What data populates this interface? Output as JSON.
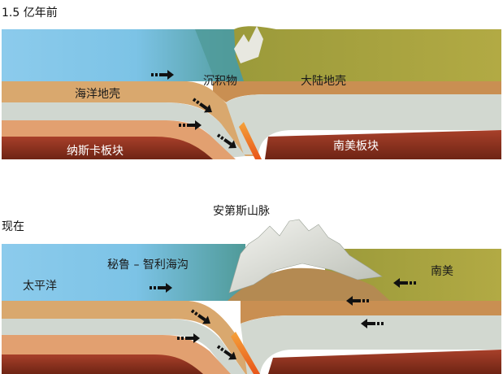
{
  "panels": {
    "past": {
      "title": "1.5 亿年前",
      "labels": {
        "ocean_crust": "海洋地壳",
        "sediment": "沉积物",
        "continental_crust": "大陆地壳",
        "nazca_plate": "纳斯卡板块",
        "south_american_plate": "南美板块"
      }
    },
    "present": {
      "title": "现在",
      "labels": {
        "andes": "安第斯山脉",
        "pacific": "太平洋",
        "trench": "秘鲁 – 智利海沟",
        "south_america": "南美"
      }
    }
  },
  "colors": {
    "ocean": "#7cc3e6",
    "ocean_shallow": "#5aa8a8",
    "continent": "#a9a43c",
    "crust_tan": "#d8a46a",
    "mantle_gray": "#cfd6cf",
    "plate_red": "#8a2e1c",
    "magma": "#f07a1c",
    "arrow": "#111111"
  }
}
